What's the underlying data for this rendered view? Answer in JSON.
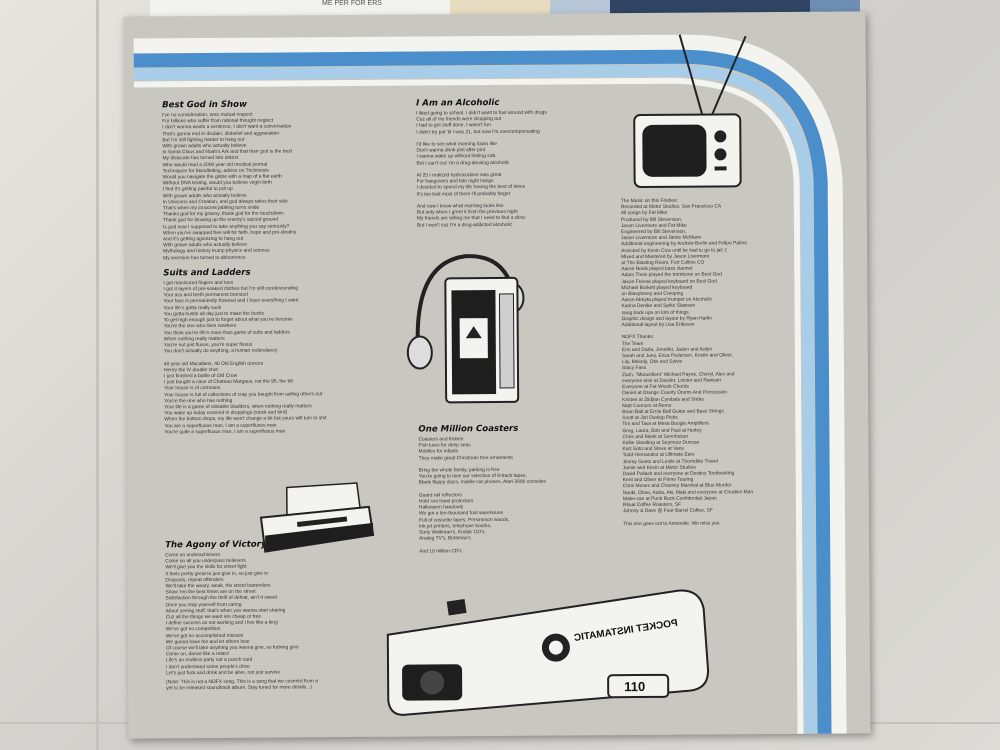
{
  "photo_colors": {
    "sleeve": "#c8c7c0",
    "blue": "#4a8fcc",
    "light_blue": "#a8cde8",
    "white": "#f3f3f0",
    "ink": "#222222"
  },
  "top_record_text": [
    "ME",
    "PER",
    "FOR",
    "ERS"
  ],
  "songs": [
    {
      "title": "Best God in Show",
      "lines": [
        "I've no consideration, zero mutual respect",
        "For billions who suffer from rational thought neglect",
        "I don't wanna waste a sentence, I don't want a conversation",
        "That's gonna end in disdain, disbelief and aggravation",
        "But I'm still fighting harder to hang out",
        "With grown adults who actually believe",
        "In Santa Claus and Noah's Ark and that their god is the best",
        "My dislocate has turned into detest",
        "Who would read a 2000 year old medical journal",
        "Techniques for bloodletting, advice on Trichinosis",
        "Would you navigate the globe with a map of a flat earth",
        "Without DNA testing, would you believe virgin birth",
        "I find it's getting painful to put up",
        "With grown adults who actually believe",
        "In Unicorns and Creation, and god always takes their side",
        "That's when my innocent jabbing turns snide",
        "Thanks god for my granny, thank god for the touchdown",
        "Thank god for blowing up the enemy's sacred ground",
        "Is god now I supposed to take anything you say seriously?",
        "When you've swapped free will for faith, hope and pre-destiny",
        "And it's getting agonizing to hang out",
        "With grown adults who actually believe",
        "Mythology and history trump physics and science",
        "My aversion has turned to abhorrence"
      ]
    },
    {
      "title": "Suits and Ladders",
      "lines": [
        "I got manicured fingers and toes",
        "I got 4 layers of pre-soaked clothes but I'm still condescending",
        "Your ass and teeth permanent bronzed",
        "Your face is permanently frowned and I have everything I want",
        "Your life's gotta really suck",
        "You gotta hustle all day just to make the bucks",
        "To get high enough just to forget about what you've become",
        "You're the one who lives nowhere",
        "You think you're life's more than game of suits and ladders",
        "When nothing really matters",
        "You're not just fluxus, you're super fluxus",
        "You don't actually do anything, a human redundancy",
        "",
        "40 year old Macallans, 40 Old English ounces",
        "Henry the IV double shot",
        "I just finished a bottle of Old Crow",
        "I just bought a case of Chateau Margaux, not the 95, the 96",
        "Your house is of corrosion",
        "Your house is full of collections of crap you bought from selling others out",
        "You're the one who has nothing",
        "Your life is a game of sinkable bladders, when nothing really matters",
        "You wake up today covered in droppings (stock and bird)",
        "When the bottom drops, my life won't change a bit but yours will turn to shit",
        "You are a superfluous man, I am a superfluous man",
        "You're quite a superfluous man, I am a superfluous man"
      ]
    },
    {
      "title": "The Agony of Victory",
      "lines": [
        "Come on underachievers",
        "Come on all you underpass believers",
        "We'll give you the skills for street fight",
        "It feels pretty great to just give in, so just give in",
        "Dropouts, repeat offenders",
        "We'll take the weary, weak, the street bartenders",
        "Show 'em the best times are on the street",
        "Satisfaction through the thrill of defeat, ain't it sweet",
        "Once you stop yourself from caring",
        "About seeing stuff, that's when you wanna start sharing",
        "Cuz all the things we want are cheap or free",
        "I define success as not working and I live like a king",
        "We've got no competition",
        "We've got no accomplished mission",
        "We gonna have fun and let others lose",
        "Of course we'll take anything you wanna give, so fucking give",
        "Come on, dance like a retard",
        "Life's an endless party not a punch card",
        "I don't understand some people's drive",
        "Let's just fuck and drink and be alive, not just survive"
      ],
      "note": [
        "(Note: This is not a NOFX song. This is a song that we covered from a",
        "yet to be released soundtrack album. Stay tuned for more details...)"
      ]
    },
    {
      "title": "I Am an Alcoholic",
      "lines": [
        "I liked going to school, I didn't want to fool around with drugs",
        "Cuz all of my friends were dropping out",
        "I had to get stuff done, I wasn't fun",
        "I didn't try pot 'til I was 21, but now I'm overcompensating",
        "",
        "I'd like to see what morning looks like",
        "Don't wanna drink pint after pint",
        "I wanna wake up without feeling sick",
        "But I can't cuz I'm a drug-abusing alcoholic",
        "",
        "At 20 I realized hydrocodone was great",
        "For hangovers and late night hangs",
        "I decided to spend my life having the best of times",
        "It's too bad most of them I'll probably forget",
        "",
        "And now I know what morning looks like",
        "But only when I greet it from the previous night",
        "My friends are telling me that I need to find a clinic",
        "But I won't cuz I'm a drug-addicted alcoholic"
      ]
    },
    {
      "title": "One Million Coasters",
      "lines": [
        "Coasters and frisbee",
        "Fish lures for deep seas",
        "Mobiles for infants",
        "They make great Christmas tree ornaments",
        "",
        "Bring the whole family, parking is free",
        "You're going to love our selection of 8-track tapes,",
        "Blank floppy discs, mobile car phones, Atari 2600 consoles",
        "",
        "Guard rail reflectors",
        "Hold 'em hand protectors",
        "Halloween handouts",
        "We got a ten-thousand foot warehouse",
        "Full of cassette tapes, Persimmon woods,",
        "Ink jet printers, telephone booths,",
        "Sony Walkman's, Kodak 110's,",
        "Analog TV's, Betamax's",
        "",
        "And 10 million CD's"
      ]
    }
  ],
  "credits": [
    "The Music on this Frisbee:",
    "Recorded at Motor Studios, San Francisco CA",
    "All songs by Fat Mike",
    "Produced by Bill Stevenson,",
    "  Jason Livermore and Fat Mike",
    "Engineered by Bill Stevenson,",
    "  Jason Livermore and Jamie McMann",
    "Additional engineering by Andrew Berlin and Felipe Patino",
    "Assisted by Kevin Cica until he had to go to jail :(",
    "Mixed and Mastered by Jason Livermore",
    "  at The Blasting Room, Fort Collins CO",
    "Aaron Novik played bass clarinet",
    "Adam Theis played the trombone on Best God",
    "Jason Freese played keyboard on Best God",
    "Michael Burkett played keyboard",
    "  on Blasphemy and Creeping",
    "Aaron Abeyta played trumpet on Alcoholic",
    "Karina Denike and Spike Slawson",
    "  sang back ups on lots of things",
    "Graphic design and layout by Ryan Harlin",
    "Additional layout by Lisa Eriksson",
    "",
    "NOFX Thanks:",
    "The Team",
    "Erin and Darla, Jennifer, Jaden and Kalyn",
    "Sarah and Joey, Erica Pedersen, Kristin and Oliver,",
    "Lily, Melody, Otis and Sylvie",
    "Stacy Fass",
    "Zach, \"Moocellent\" Michael Payne, Cheryl, Alex and",
    "  everyone else at Zassler, Linnier and Rawson",
    "Everyone at Fat Wreck Chords",
    "Daniel at Orange County Drums And Percussion",
    "Kristen at Zildjian Cymbals and Sticks",
    "Matt Connors at Remo",
    "Brian Ball at Ernie Ball Guitar and Bass Strings",
    "Scott at Jim Dunlop Picks",
    "Tim and Tawi at Mesa Boogie Amplifiers",
    "Greg, Laura, Bob and Paul at Hurley",
    "Chris and Monk at Sennheiser",
    "Kellie Stoelting at Seymour Duncan",
    "Kurt Soto and Steve at Vans",
    "Todd Hernandez at Ultimate Ears",
    "Jimmy Guetz and Leslie at Thorndike Travel",
    "Jamie and Kevin at Motor Studios",
    "David Pollack and everyone at Destiny Tourbooking",
    "Kent and Oliver at Prime Touring",
    "Chris Moses and Charney Marshal at Blue Murder",
    "Naoki, Ohno, Aoba, Aki, Maki and everyone at Creative Man",
    "Make-can at Punk Rock Confidential Japan",
    "Ritual Coffee Roasters, SF",
    "Johnny & Dave @ Four Barrel Coffee, SF",
    "",
    "This one goes out to Antonelle. We miss you."
  ],
  "camera": {
    "brand_label": "POCKET INSTAMATIC",
    "model_label": "110"
  }
}
